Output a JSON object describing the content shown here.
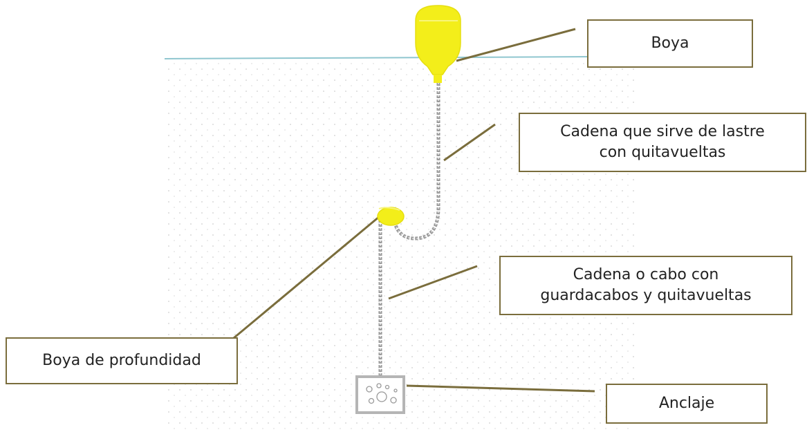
{
  "labels": {
    "boya": "Boya",
    "lastre_line1": "Cadena que sirve de lastre",
    "lastre_line2": "con quitavueltas",
    "guarda_line1": "Cadena o cabo con",
    "guarda_line2": "guardacabos y quitavueltas",
    "profundidad": "Boya de profundidad",
    "anclaje": "Anclaje"
  },
  "colors": {
    "buoy": "#f3ee1a",
    "chain": "#9a9a9a",
    "leader": "#7a6d3c",
    "water_line": "#8fc6cf",
    "water_dots": "#d4d4d4",
    "anchor": "#b5b5b5"
  }
}
